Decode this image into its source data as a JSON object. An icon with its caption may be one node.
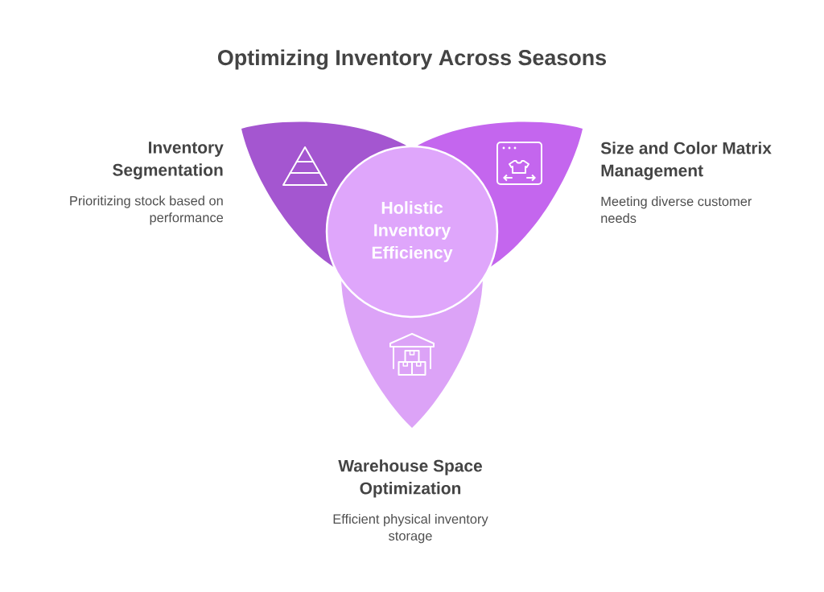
{
  "diagram": {
    "title": "Optimizing Inventory Across Seasons",
    "nodes": [
      {
        "text": [
          "Inventory Segmentation",
          "Prioritizing stock based on performance"
        ]
      },
      {
        "text": [
          "Size and Color Matrix Management",
          "Meeting diverse customer needs"
        ]
      },
      {
        "text": [
          "Holistic Inventory Efficiency"
        ]
      },
      {
        "text": [
          "Warehouse Space Optimization",
          "Efficient physical inventory storage"
        ]
      }
    ]
  }
}
